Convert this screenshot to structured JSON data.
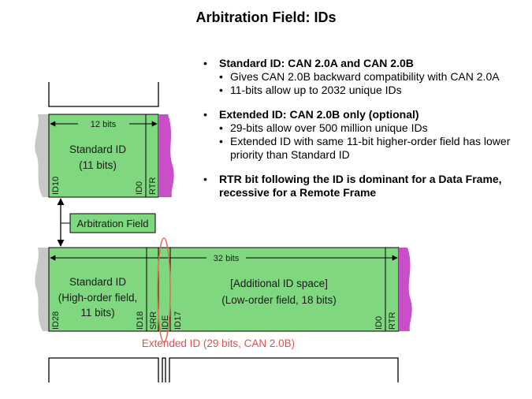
{
  "title": "Arbitration Field: IDs",
  "bullets": [
    {
      "text": "Standard ID: CAN 2.0A and CAN 2.0B",
      "sub": [
        "Gives CAN 2.0B backward compatibility with CAN 2.0A",
        "11-bits allow up to 2032 unique IDs"
      ]
    },
    {
      "text": "Extended ID: CAN 2.0B only (optional)",
      "sub": [
        "29-bits allow over 500 million unique IDs",
        "Extended ID with same 11-bit higher-order field has lower priority than Standard ID"
      ]
    },
    {
      "text": "RTR bit following  the ID is dominant for a Data Frame, recessive for a Remote Frame",
      "sub": []
    }
  ],
  "diagram": {
    "standard": {
      "span_label": "12 bits",
      "name": "Standard ID",
      "bits": "(11 bits)",
      "labels": {
        "id10": "ID10",
        "id0": "ID0",
        "rtr": "RTR"
      }
    },
    "arbitration_label": "Arbitration Field",
    "extended": {
      "span_label": "32 bits",
      "left_name": "Standard ID",
      "left_line2": "(High-order field,",
      "left_line3": "11 bits)",
      "right_name": "[Additional ID space]",
      "right_line2": "(Low-order field, 18 bits)",
      "labels": {
        "id28": "ID28",
        "id18": "ID18",
        "srr": "SRR",
        "ide": "IDE",
        "id17": "ID17",
        "id0": "ID0",
        "rtr": "RTR"
      },
      "caption": "Extended ID (29 bits, CAN 2.0B)"
    },
    "colors": {
      "field": "#7fd77f",
      "rtr_tail": "#c84fc8",
      "caption": "#e05050",
      "highlight": "#e07050",
      "grey": "#c8c8c8"
    }
  }
}
